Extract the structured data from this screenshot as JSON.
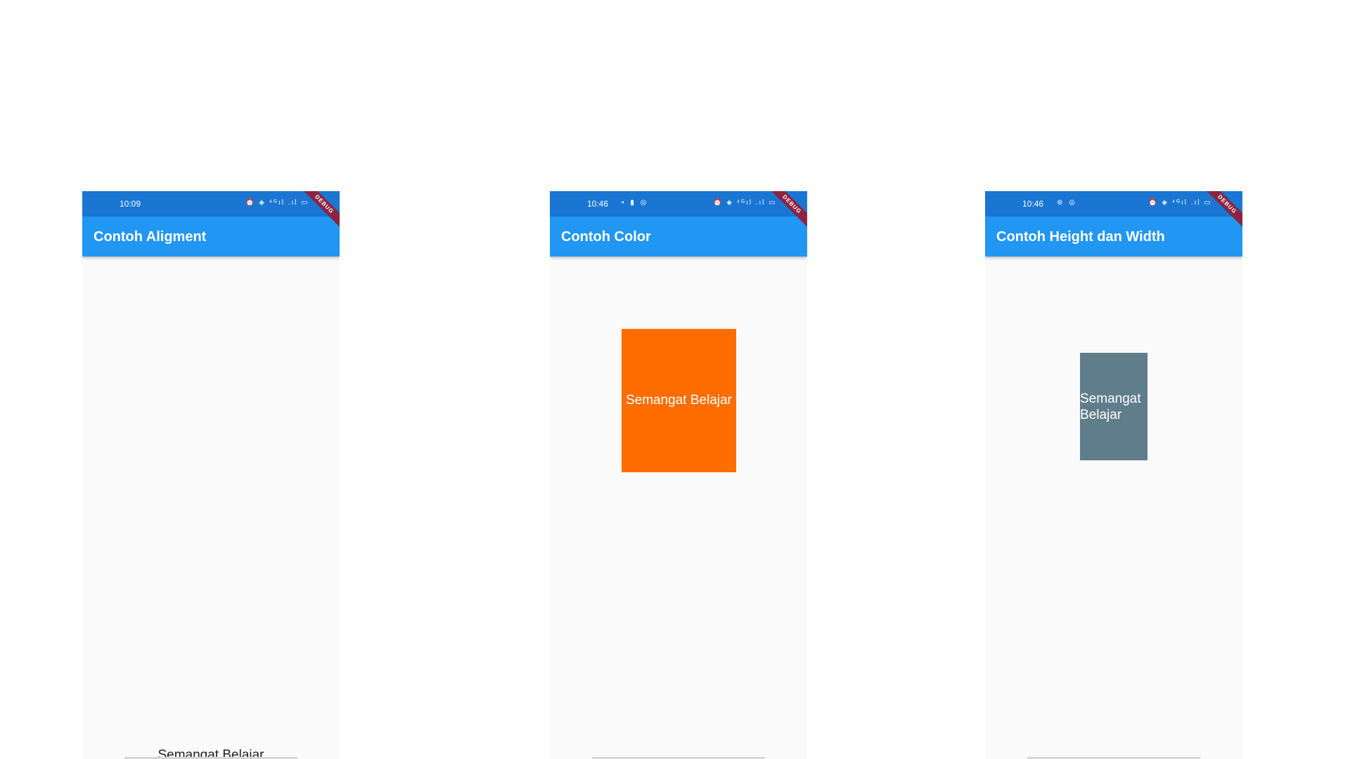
{
  "screens": [
    {
      "status_time": "10:09",
      "status_left_icons": "",
      "status_right_icons": "⏰ ◈ ⁴ᴳıl .ıl ▭",
      "title": "Contoh Aligment",
      "debug_label": "DEBUG",
      "body_text": "Semangat Belajar"
    },
    {
      "status_time": "10:46",
      "status_left_icons": "▪ ▮ ◎",
      "status_right_icons": "⏰ ◈ ⁴ᴳıl .ıl ▭",
      "title": "Contoh Color",
      "debug_label": "DEBUG",
      "body_text": "Semangat Belajar",
      "box_color": "#ff6d00"
    },
    {
      "status_time": "10:46",
      "status_left_icons": "⊛ ◎",
      "status_right_icons": "⏰ ◈ ⁴ᴳıl .ıl ▭",
      "title": "Contoh Height dan Width",
      "debug_label": "DEBUG",
      "body_text": "Semangat Belajar",
      "box_color": "#607d8b"
    }
  ],
  "colors": {
    "status_bar": "#1976d2",
    "app_bar": "#2196f3",
    "debug_banner": "#8b2442",
    "body_bg": "#fafafa"
  }
}
